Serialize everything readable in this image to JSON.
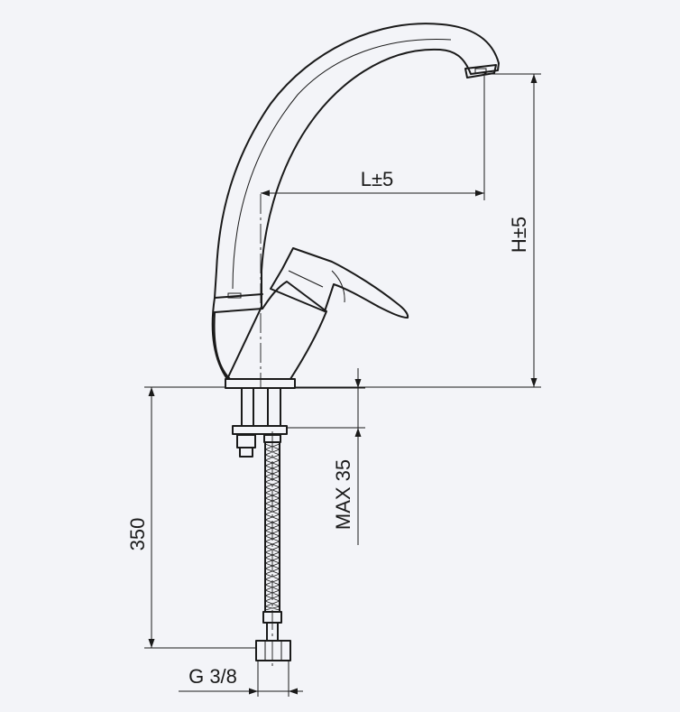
{
  "dimensions": {
    "reach": "L±5",
    "height": "H±5",
    "clamp_thickness": "MAX 35",
    "hose_length": "350",
    "thread": "G 3/8"
  },
  "colors": {
    "background": "#f3f4f8",
    "line": "#1a1a1a"
  }
}
